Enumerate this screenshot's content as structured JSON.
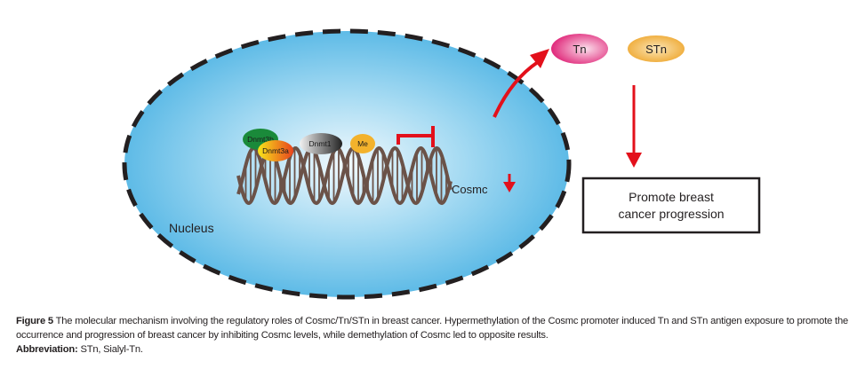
{
  "diagram": {
    "nucleus_label": "Nucleus",
    "enzymes": [
      "Dnmt3b",
      "Dnmt3a",
      "Dnmt1",
      "Me"
    ],
    "gene_label": "Cosmc",
    "antigens": [
      "Tn",
      "STn"
    ],
    "outcome_box": [
      "Promote breast",
      "cancer progression"
    ],
    "colors": {
      "nucleus_fill": "#6ec3ea",
      "dna": "#6b5248",
      "arrow_red": "#e3101b",
      "tn": "#e0287a",
      "stn": "#f0b030",
      "dnmt3b": "#1a8a3a",
      "dnmt3a": "#f08a1c",
      "dnmt1": "#6a6a6a",
      "me": "#f3b22c"
    }
  },
  "caption": {
    "figure_label": "Figure 5",
    "text": "The molecular mechanism involving the regulatory roles of Cosmc/Tn/STn in breast cancer. Hypermethylation of the Cosmc promoter induced Tn and STn antigen exposure to promote the occurrence and progression of breast cancer by inhibiting Cosmc levels, while demethylation of Cosmc led to opposite results.",
    "abbreviation_label": "Abbreviation:",
    "abbreviation_text": "STn, Sialyl-Tn."
  }
}
